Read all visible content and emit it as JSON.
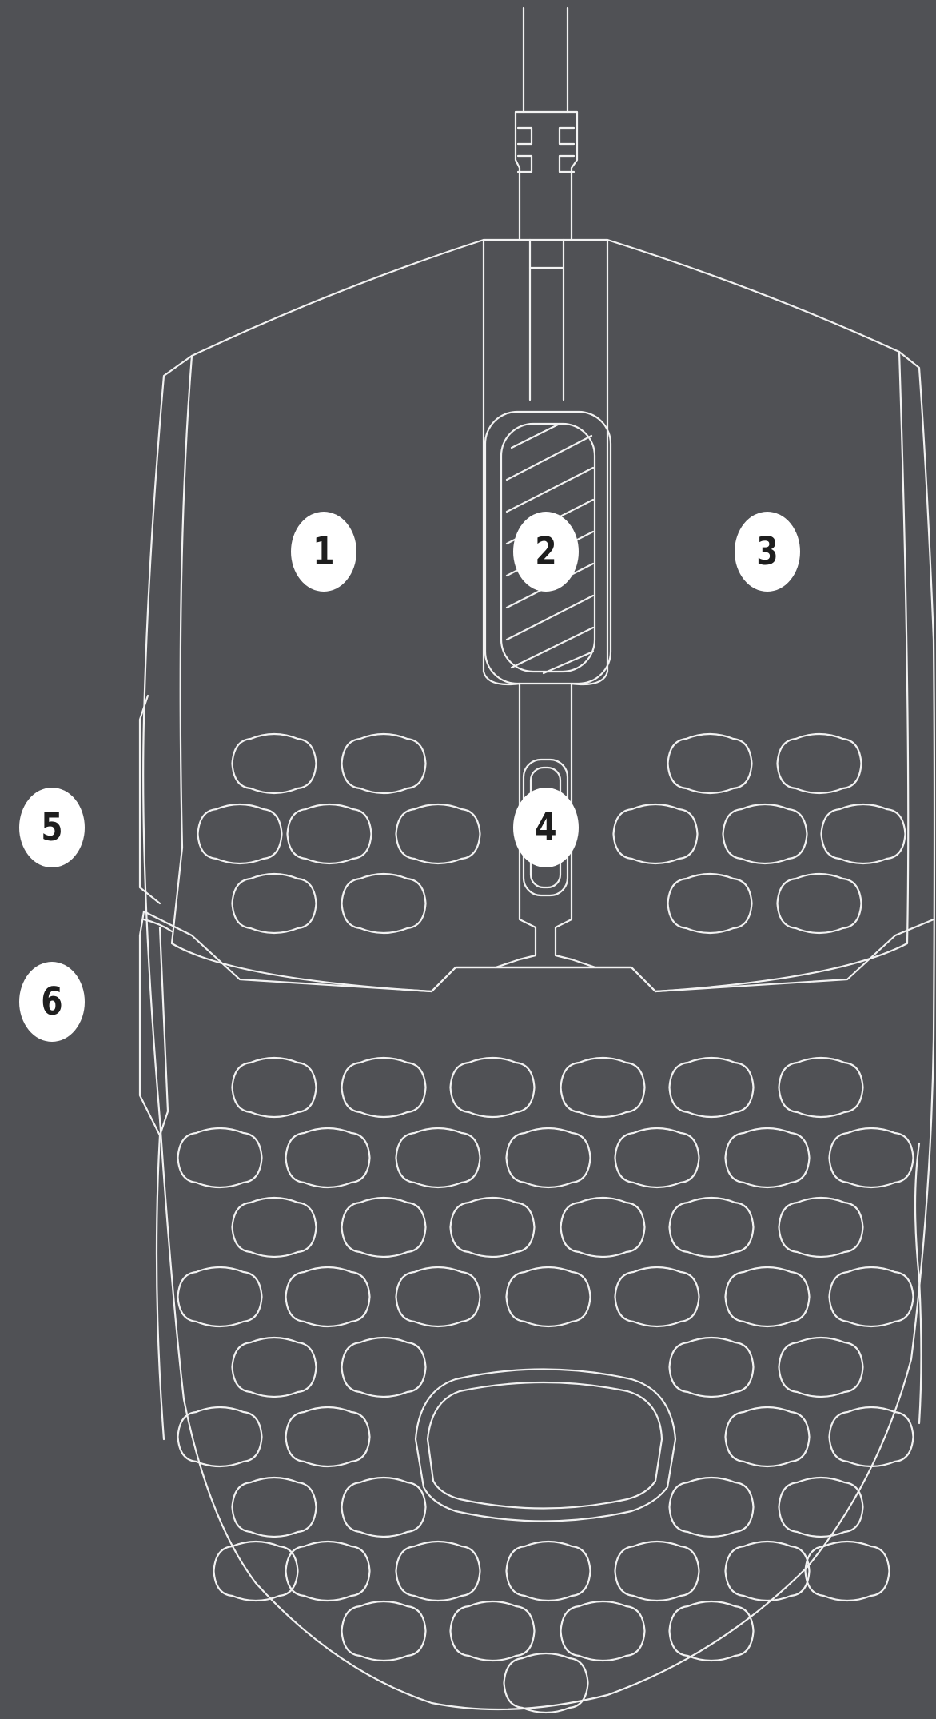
{
  "callouts": [
    {
      "id": "1",
      "label": "1"
    },
    {
      "id": "2",
      "label": "2"
    },
    {
      "id": "3",
      "label": "3"
    },
    {
      "id": "4",
      "label": "4"
    },
    {
      "id": "5",
      "label": "5"
    },
    {
      "id": "6",
      "label": "6"
    }
  ],
  "colors": {
    "background": "#505155",
    "line": "#f2f2f2",
    "badge_fill": "#ffffff",
    "badge_text": "#1e1e1e"
  }
}
